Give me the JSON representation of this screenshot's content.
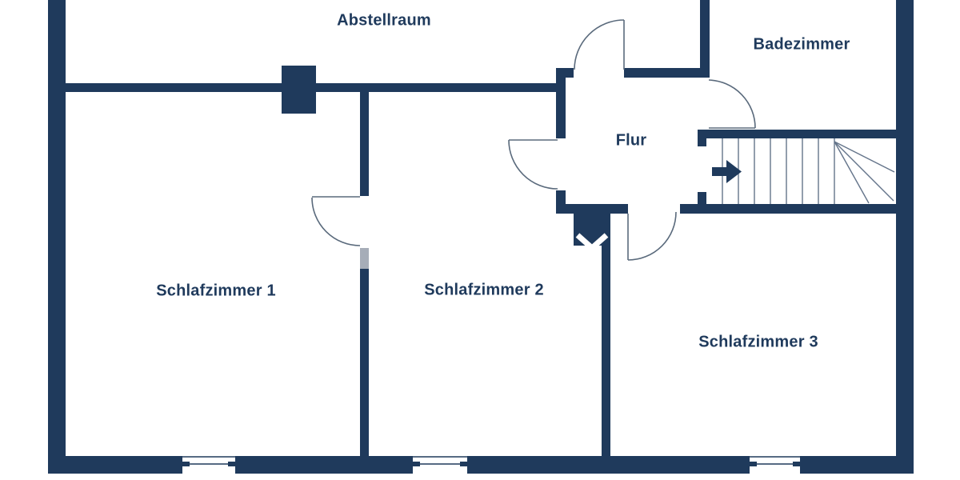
{
  "plan": {
    "type": "floor-plan",
    "language": "de"
  },
  "rooms": [
    {
      "id": "abstellraum",
      "label": "Abstellraum"
    },
    {
      "id": "badezimmer",
      "label": "Badezimmer"
    },
    {
      "id": "flur",
      "label": "Flur"
    },
    {
      "id": "schlafzimmer-1",
      "label": "Schlafzimmer 1"
    },
    {
      "id": "schlafzimmer-2",
      "label": "Schlafzimmer 2"
    },
    {
      "id": "schlafzimmer-3",
      "label": "Schlafzimmer 3"
    }
  ],
  "stairs": {
    "arrow_direction": "right",
    "straight_treads": 8,
    "winder_treads": 4
  },
  "features": {
    "door_count": 5,
    "window_count": 3,
    "chimney_blocks": 2
  },
  "colors": {
    "wall": "#1f3a5c",
    "background": "#ffffff",
    "door_arc": "#5a6a7c",
    "stair_line": "#64748a",
    "gray_segment": "#a6adb8",
    "text": "#1f3a5c"
  }
}
